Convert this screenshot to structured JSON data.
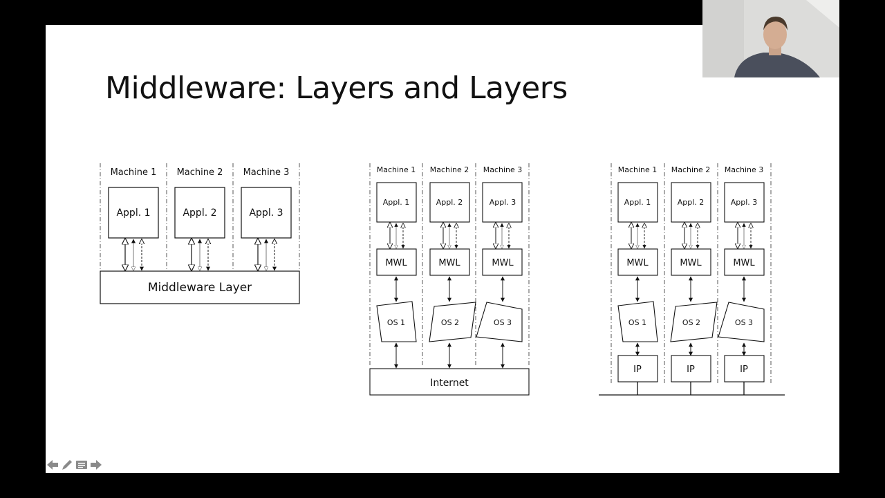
{
  "slide": {
    "title": "Middleware: Layers and Layers"
  },
  "diagram1": {
    "machines": [
      "Machine 1",
      "Machine 2",
      "Machine 3"
    ],
    "apps": [
      "Appl. 1",
      "Appl. 2",
      "Appl. 3"
    ],
    "layer_label": "Middleware Layer"
  },
  "diagram2": {
    "machines": [
      "Machine 1",
      "Machine 2",
      "Machine 3"
    ],
    "apps": [
      "Appl. 1",
      "Appl. 2",
      "Appl. 3"
    ],
    "mwl": [
      "MWL",
      "MWL",
      "MWL"
    ],
    "os": [
      "OS 1",
      "OS 2",
      "OS 3"
    ],
    "network_label": "Internet"
  },
  "diagram3": {
    "machines": [
      "Machine 1",
      "Machine 2",
      "Machine 3"
    ],
    "apps": [
      "Appl. 1",
      "Appl. 2",
      "Appl. 3"
    ],
    "mwl": [
      "MWL",
      "MWL",
      "MWL"
    ],
    "os": [
      "OS 1",
      "OS 2",
      "OS 3"
    ],
    "ip": [
      "IP",
      "IP",
      "IP"
    ]
  },
  "toolbar": {
    "icons": [
      "arrow-left-icon",
      "pen-icon",
      "menu-icon",
      "arrow-right-icon"
    ]
  }
}
